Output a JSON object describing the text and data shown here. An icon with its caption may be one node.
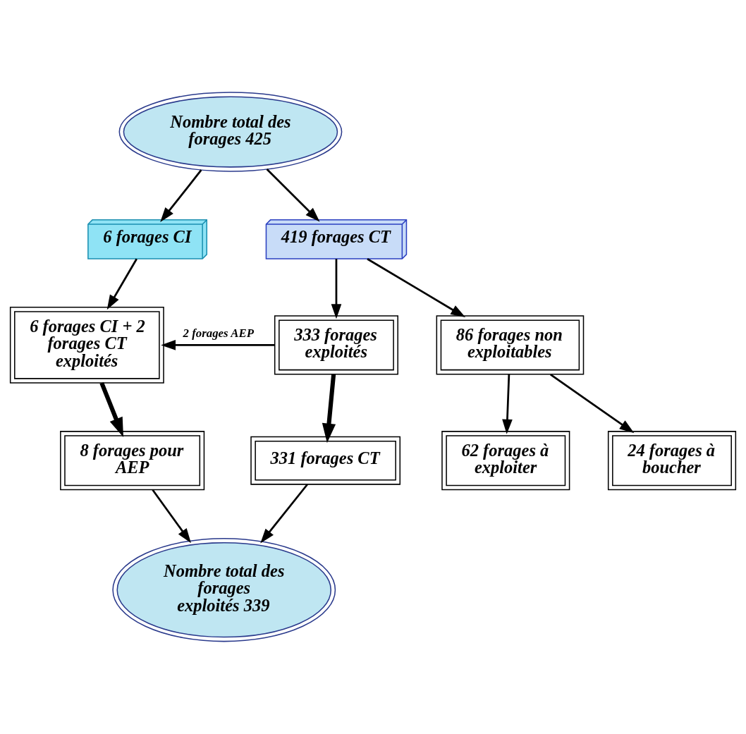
{
  "diagram": {
    "nodes": [
      {
        "text": [
          "Nombre total des forages 425"
        ]
      },
      {
        "text": [
          "6 forages CI"
        ]
      },
      {
        "text": [
          "419 forages CT"
        ]
      },
      {
        "text": [
          "6 forages CI + 2 forages CT exploités"
        ]
      },
      {
        "text": [
          "333 forages exploités"
        ]
      },
      {
        "text": [
          "86 forages non exploitables"
        ]
      },
      {
        "text": [
          "8 forages pour AEP"
        ]
      },
      {
        "text": [
          "331 forages CT"
        ]
      },
      {
        "text": [
          "62 forages à exploiter"
        ]
      },
      {
        "text": [
          "24 forages à boucher"
        ]
      },
      {
        "text": [
          "Nombre total des forages exploités 339"
        ]
      }
    ],
    "edges": [
      {
        "from": 0,
        "to": 1,
        "arrow": "to"
      },
      {
        "from": 0,
        "to": 2,
        "arrow": "to"
      },
      {
        "from": 1,
        "to": 3,
        "arrow": "to"
      },
      {
        "from": 2,
        "to": 4,
        "arrow": "to"
      },
      {
        "from": 2,
        "to": 5,
        "arrow": "to"
      },
      {
        "from": 4,
        "to": 3,
        "arrow": "to",
        "label": "2 forages AEP"
      },
      {
        "from": 3,
        "to": 6,
        "arrow": "to",
        "style": "thick"
      },
      {
        "from": 4,
        "to": 7,
        "arrow": "to",
        "style": "thick"
      },
      {
        "from": 5,
        "to": 8,
        "arrow": "to"
      },
      {
        "from": 5,
        "to": 9,
        "arrow": "to"
      },
      {
        "from": 6,
        "to": 10,
        "arrow": "to"
      },
      {
        "from": 7,
        "to": 10,
        "arrow": "to"
      }
    ]
  }
}
